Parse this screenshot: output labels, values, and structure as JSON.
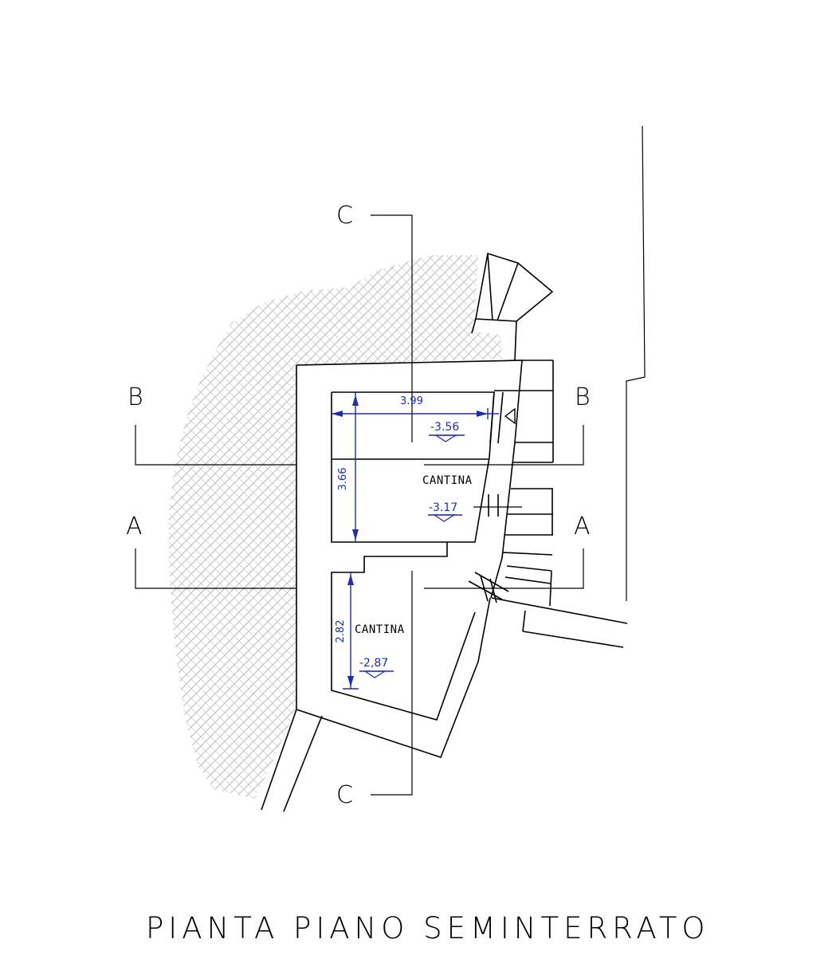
{
  "title": "PIANTA PIANO SEMINTERRATO",
  "sections": {
    "a_left": "A",
    "a_right": "A",
    "b_left": "B",
    "b_right": "B",
    "c_top": "C",
    "c_bottom": "C"
  },
  "rooms": [
    {
      "label": "CANTINA",
      "level": "-3.17",
      "width": "3.99",
      "depth": "3.66"
    },
    {
      "label": "CANTINA",
      "level": "-2,87",
      "depth": "2.82"
    }
  ],
  "levels": {
    "upper": "-3.56"
  },
  "colors": {
    "dimension": "#1f2fa8",
    "line": "#000000",
    "hatch": "#b9b9b9"
  }
}
